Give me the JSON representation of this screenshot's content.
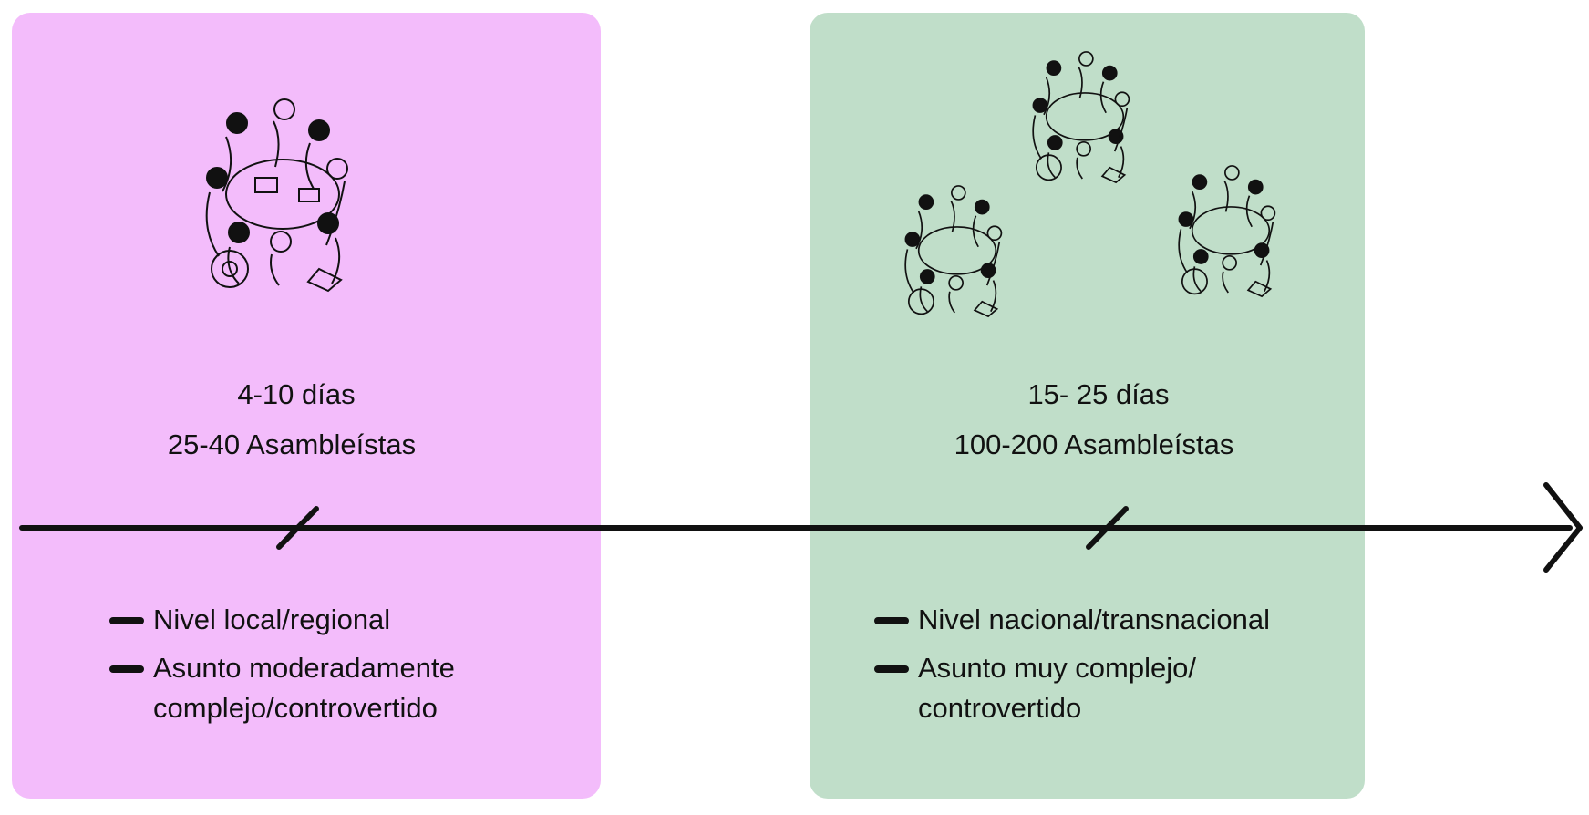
{
  "colors": {
    "small_panel": "#f3bcfb",
    "large_panel": "#c0dec9",
    "line": "#111111"
  },
  "small_assembly": {
    "illustration_icon": "group-meeting-illustration",
    "duration": "4-10 días",
    "participants": "25-40 Asambleístas",
    "bullets": [
      "Nivel local/regional",
      "Asunto moderadamente complejo/controvertido"
    ]
  },
  "large_assembly": {
    "illustration_icon": "three-group-meetings-illustration",
    "duration": "15- 25 días",
    "participants": "100-200 Asambleístas",
    "bullets": [
      "Nivel nacional/transnacional",
      "Asunto muy complejo/ controvertido"
    ]
  }
}
